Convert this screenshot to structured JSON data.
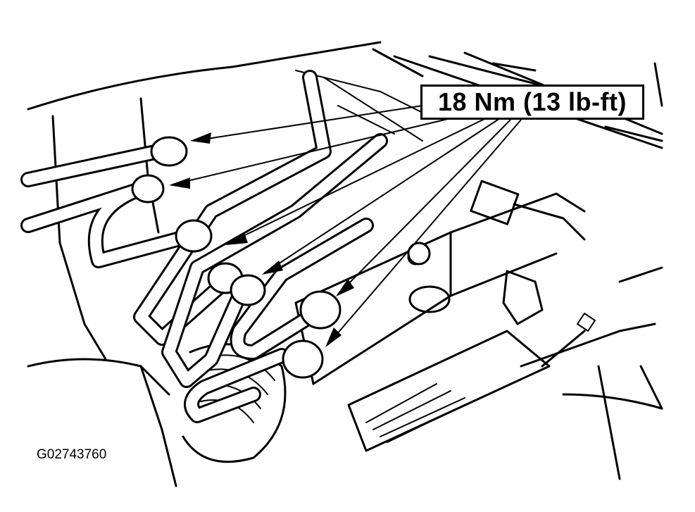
{
  "callout": {
    "torque_label": "18 Nm (13 lb-ft)"
  },
  "figure": {
    "id": "G02743760"
  },
  "colors": {
    "ink": "#000000",
    "paper": "#ffffff"
  },
  "icons": {
    "pointer": "arrowhead"
  }
}
